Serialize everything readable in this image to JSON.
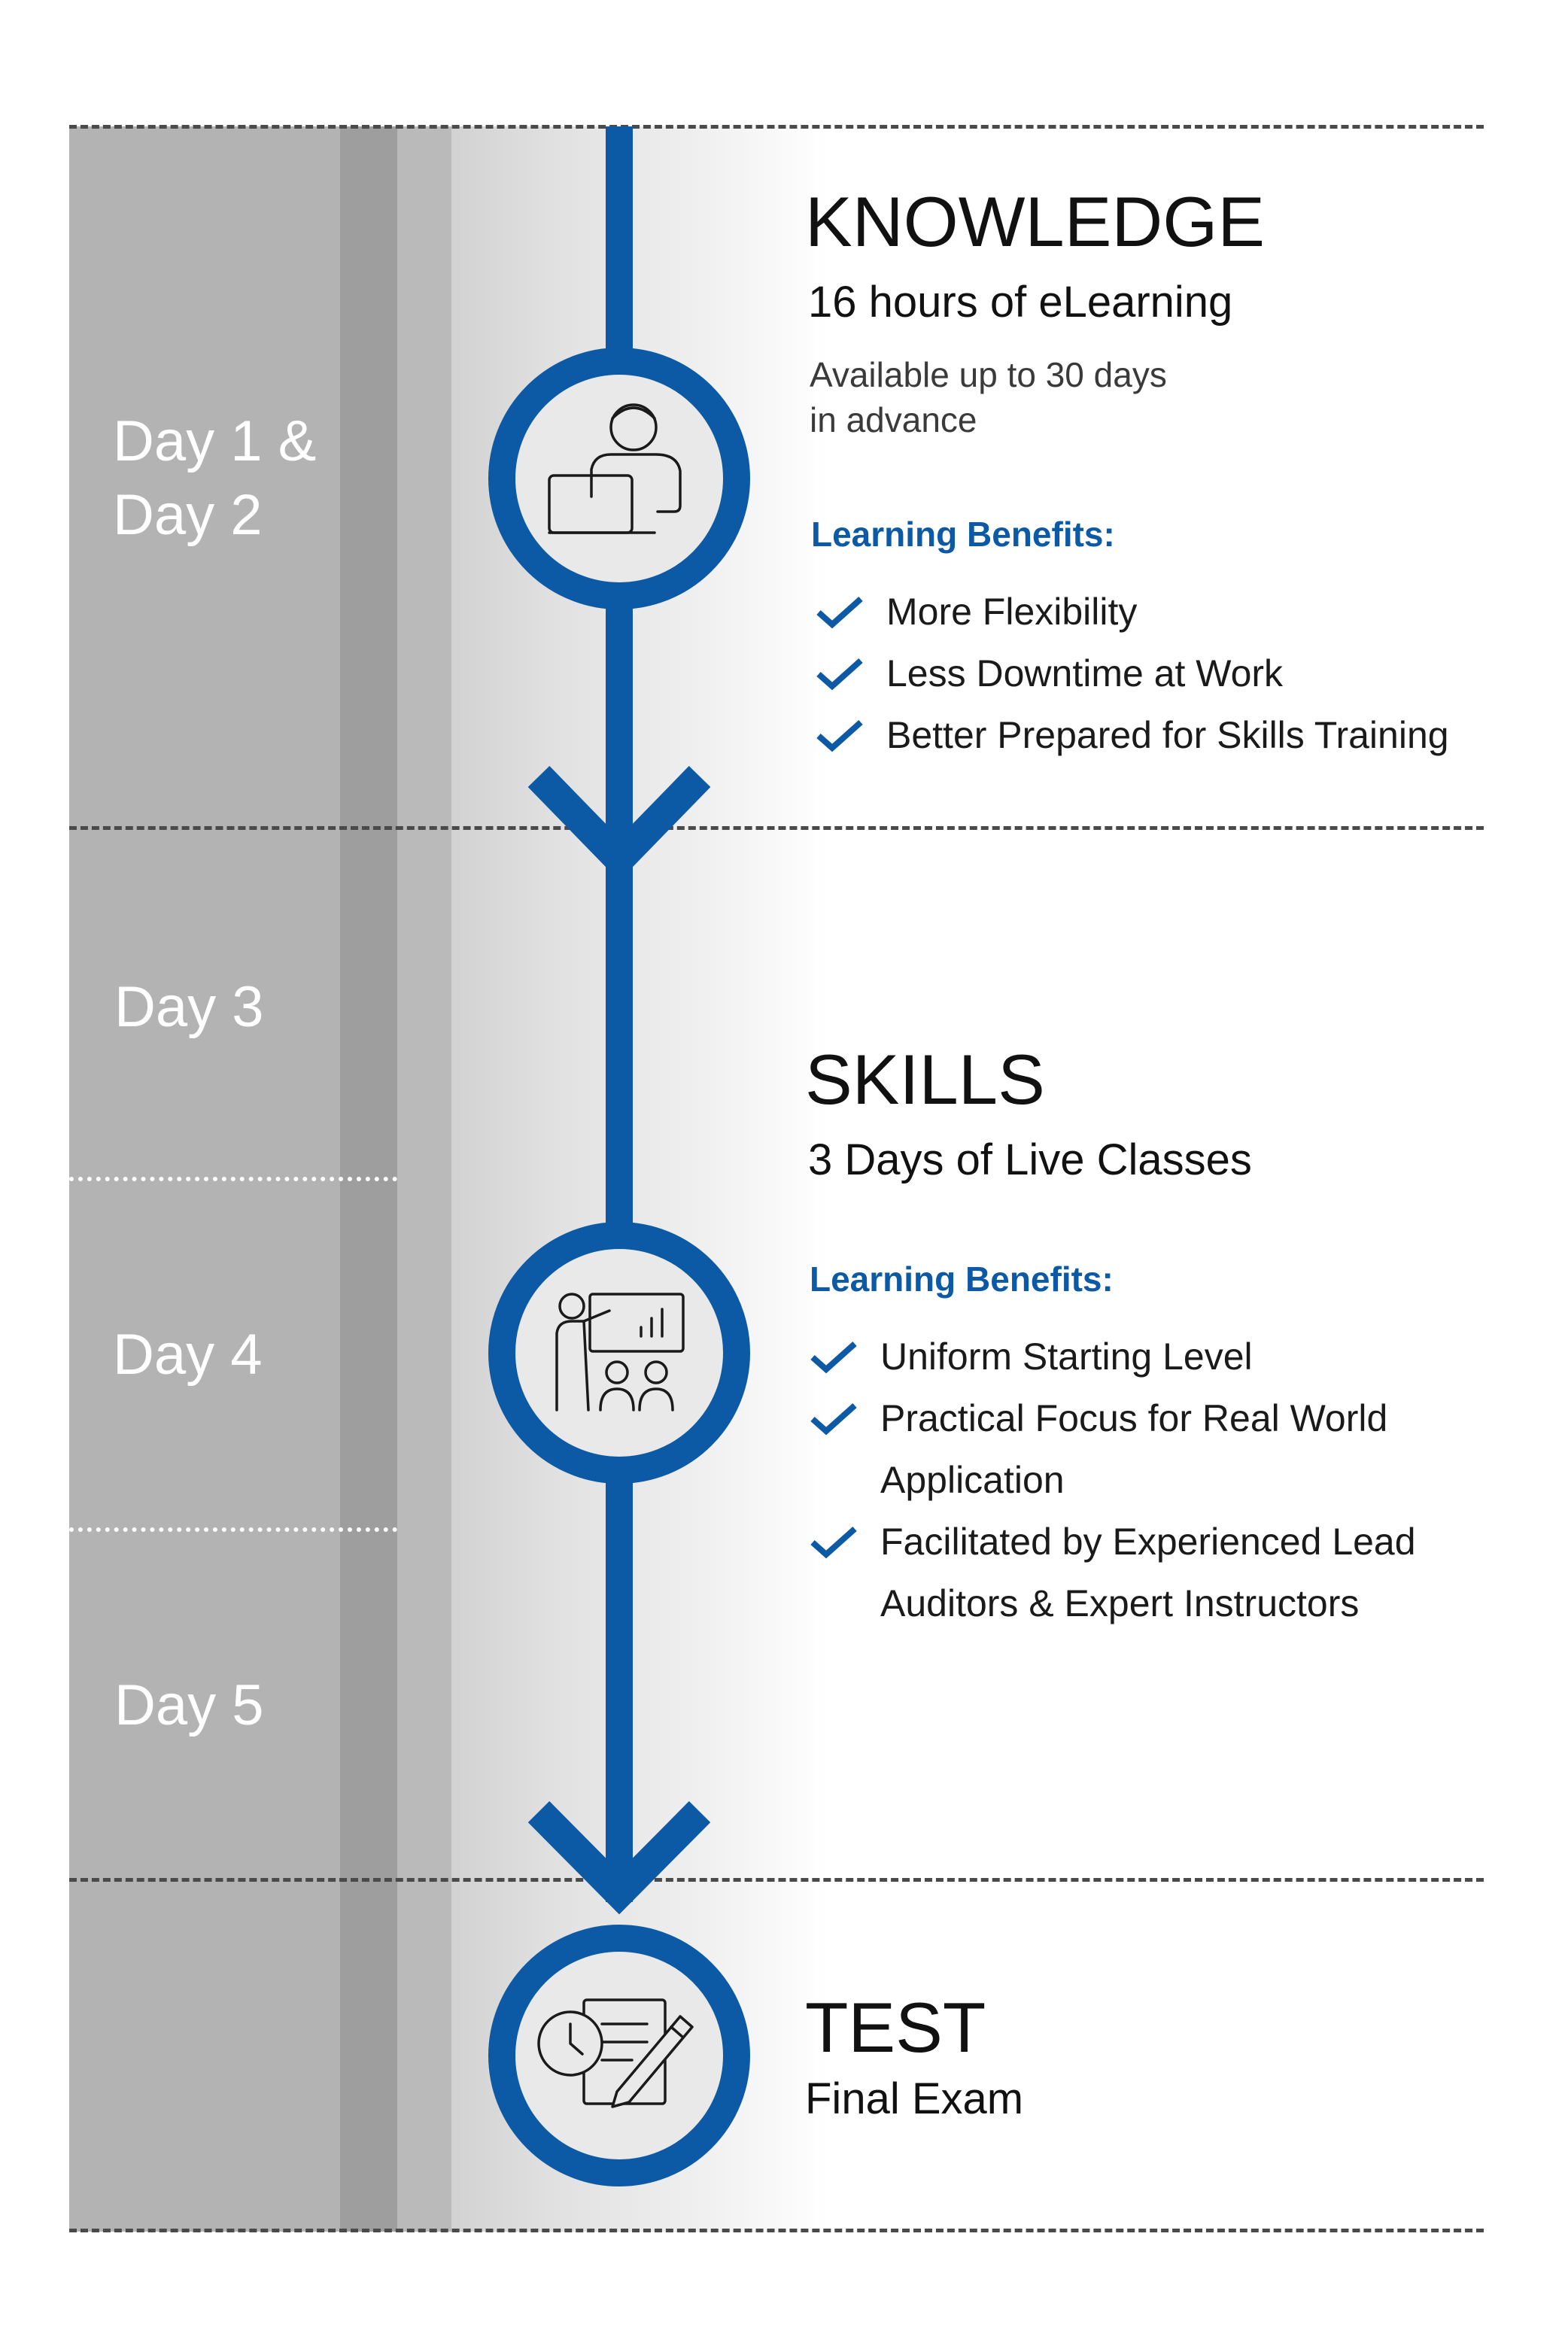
{
  "days": [
    {
      "lines": [
        "Day 1 &",
        "Day 2"
      ]
    },
    {
      "lines": [
        "Day 3"
      ]
    },
    {
      "lines": [
        "Day 4"
      ]
    },
    {
      "lines": [
        "Day 5"
      ]
    }
  ],
  "stages": {
    "knowledge": {
      "title": "KNOWLEDGE",
      "subtitle": "16 hours of eLearning",
      "note_lines": [
        "Available up to 30 days",
        "in advance"
      ],
      "benefits_heading": "Learning Benefits:",
      "benefits": [
        {
          "lines": [
            "More Flexibility"
          ]
        },
        {
          "lines": [
            "Less Downtime at Work"
          ]
        },
        {
          "lines": [
            "Better Prepared for Skills Training"
          ]
        }
      ],
      "icon": "person-at-laptop-icon"
    },
    "skills": {
      "title": "SKILLS",
      "subtitle": "3 Days of Live Classes",
      "benefits_heading": "Learning Benefits:",
      "benefits": [
        {
          "lines": [
            "Uniform Starting Level"
          ]
        },
        {
          "lines": [
            "Practical Focus for Real World",
            "Application"
          ]
        },
        {
          "lines": [
            "Facilitated by Experienced Lead",
            "Auditors & Expert Instructors"
          ]
        }
      ],
      "icon": "presenter-classroom-icon"
    },
    "test": {
      "title": "TEST",
      "subtitle": "Final Exam",
      "icon": "exam-clock-pencil-icon"
    }
  },
  "colors": {
    "accent": "#0c5aa6",
    "band_dark": "#9e9e9e",
    "band_mid": "#b3b3b3",
    "text": "#111111"
  }
}
